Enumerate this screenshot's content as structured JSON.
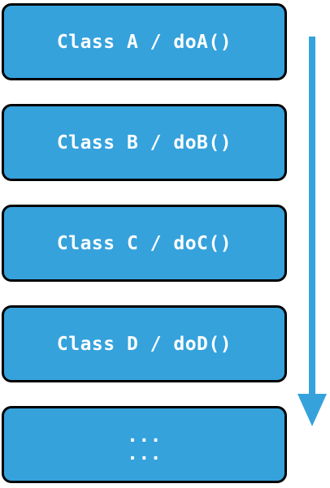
{
  "boxes": [
    {
      "label": "Class A / doA()"
    },
    {
      "label": "Class B / doB()"
    },
    {
      "label": "Class C / doC()"
    },
    {
      "label": "Class D / doD()"
    },
    {
      "label": "...\n..."
    }
  ],
  "colors": {
    "box_fill": "#35a2dc",
    "box_border": "#000000",
    "arrow": "#35a2dc",
    "text": "#ffffff"
  },
  "arrow": {
    "direction": "down",
    "icon": "arrow-down-icon"
  }
}
